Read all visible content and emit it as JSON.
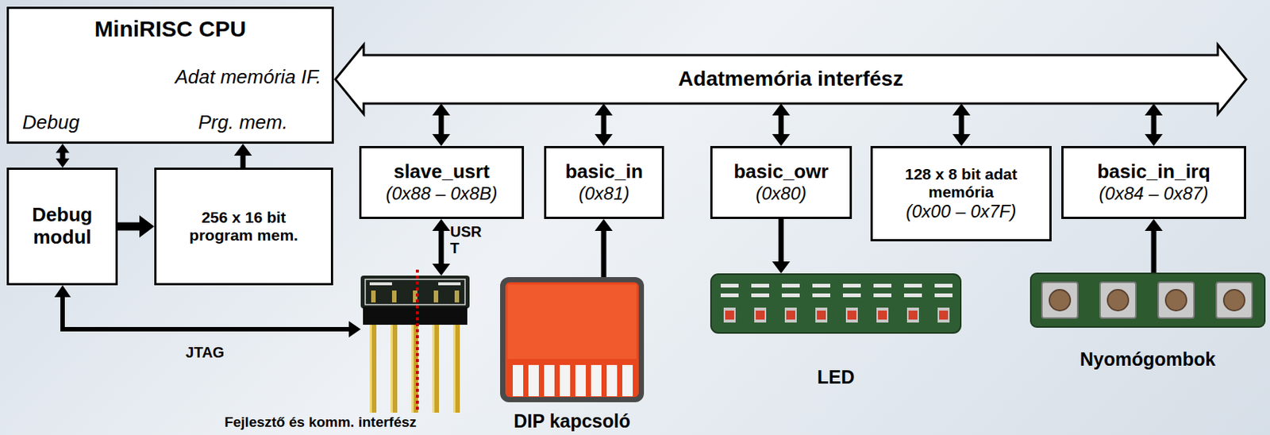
{
  "diagram": {
    "nodes": [
      {
        "text": [
          "MiniRISC CPU",
          "Adat memória IF.",
          "Debug",
          "Prg. mem."
        ]
      },
      {
        "text": [
          "Adatmemória interfész"
        ]
      },
      {
        "text": [
          "slave_usrt",
          "(0x88 – 0x8B)"
        ]
      },
      {
        "text": [
          "basic_in",
          "(0x81)"
        ]
      },
      {
        "text": [
          "basic_owr",
          "(0x80)"
        ]
      },
      {
        "text": [
          "128 x 8 bit adat memória",
          "(0x00 – 0x7F)"
        ]
      },
      {
        "text": [
          "basic_in_irq",
          "(0x84 – 0x87)"
        ]
      },
      {
        "text": [
          "Debug modul"
        ]
      },
      {
        "text": [
          "256 x 16 bit program mem."
        ]
      },
      {
        "text": [
          "Fejlesztő és komm. interfész"
        ]
      },
      {
        "text": [
          "DIP kapcsoló"
        ]
      },
      {
        "text": [
          "LED"
        ]
      },
      {
        "text": [
          "Nyomógombok"
        ]
      }
    ],
    "edges": [
      {
        "from": 1,
        "to": 2,
        "arrow": "both"
      },
      {
        "from": 1,
        "to": 3,
        "arrow": "both"
      },
      {
        "from": 1,
        "to": 4,
        "arrow": "both"
      },
      {
        "from": 1,
        "to": 5,
        "arrow": "both"
      },
      {
        "from": 1,
        "to": 6,
        "arrow": "both"
      },
      {
        "from": 0,
        "to": 7,
        "arrow": "both"
      },
      {
        "from": 8,
        "to": 0,
        "arrow": "to"
      },
      {
        "from": 7,
        "to": 8,
        "arrow": "to"
      },
      {
        "from": 2,
        "to": 9,
        "arrow": "both",
        "label": "USR T"
      },
      {
        "from": 10,
        "to": 3,
        "arrow": "to"
      },
      {
        "from": 4,
        "to": 11,
        "arrow": "to"
      },
      {
        "from": 12,
        "to": 6,
        "arrow": "to"
      },
      {
        "from": 7,
        "to": 9,
        "arrow": "both",
        "label": "JTAG"
      }
    ]
  }
}
